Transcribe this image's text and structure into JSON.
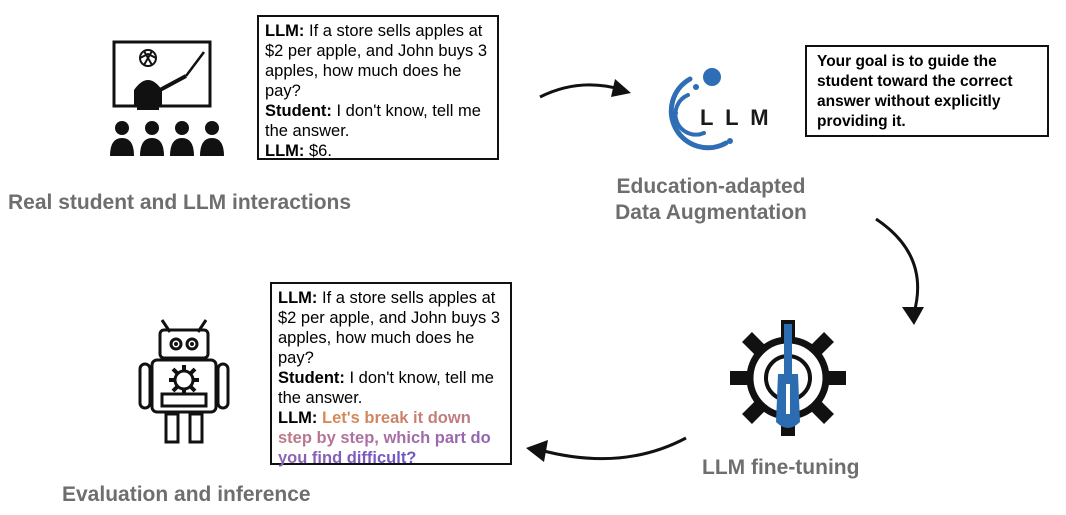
{
  "top_dialogue": {
    "llm_tag": "LLM:",
    "llm_question": "If a store sells apples at $2 per apple, and John buys 3 apples, how much does he pay?",
    "student_tag": "Student:",
    "student_text": "I don't know, tell me the answer.",
    "llm_tag_2": "LLM:",
    "llm_answer": "$6."
  },
  "goal_prompt": "Your goal is to guide the student toward the correct answer without explicitly providing it.",
  "bottom_dialogue": {
    "llm_tag": "LLM:",
    "llm_question": "If a store sells apples at $2 per apple, and John buys 3 apples, how much does he pay?",
    "student_tag": "Student:",
    "student_text": "I don't know, tell me the answer.",
    "llm_tag_2": "LLM:",
    "llm_guided_answer": "Let's break it down step by step, which part do you find difficult?"
  },
  "captions": {
    "real_interactions": "Real student and LLM interactions",
    "augmentation_line1": "Education-adapted",
    "augmentation_line2": "Data Augmentation",
    "fine_tuning": "LLM fine-tuning",
    "evaluation": "Evaluation and inference"
  },
  "logo_text": "L L M",
  "icons": [
    "teacher-classroom-icon",
    "llm-logo-icon",
    "gear-wrench-icon",
    "robot-icon"
  ],
  "colors": {
    "caption_gray": "#6e6e6e",
    "logo_blue": "#2f6db5",
    "tool_blue": "#2c6cb0",
    "gradient_start": "#d98a4e",
    "gradient_end": "#6e55c8"
  }
}
